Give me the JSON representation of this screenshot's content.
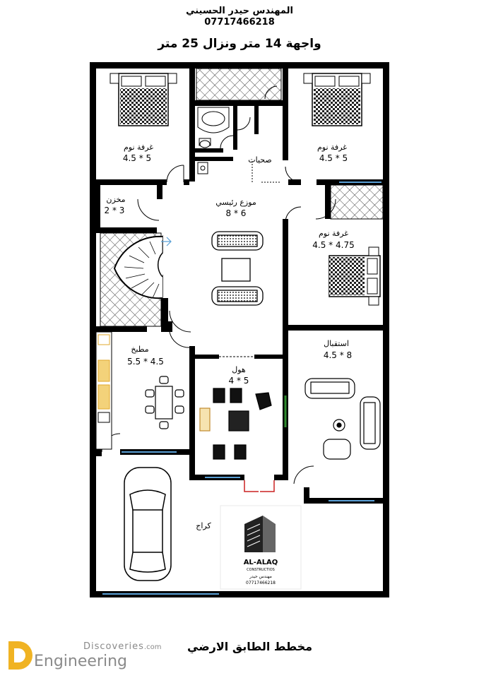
{
  "header": {
    "engineer_name": "المهندس حيدر الحسيني",
    "phone": "07717466218",
    "title": "واجهة 14 متر ونزال 25 متر"
  },
  "rooms": {
    "bedroom_top_left": {
      "label": "غرفة نوم",
      "dims": "4.5 * 5"
    },
    "bedroom_top_right": {
      "label": "غرفة نوم",
      "dims": "4.5 * 5"
    },
    "bathrooms": {
      "label": "صحيات"
    },
    "storage": {
      "label": "مخزن",
      "dims": "2 * 3"
    },
    "main_distributor": {
      "label": "موزع رئيسي",
      "dims": "8 * 6"
    },
    "bedroom_right": {
      "label": "غرفة نوم",
      "dims": "4.5 * 4.75"
    },
    "kitchen": {
      "label": "مطبخ",
      "dims": "5.5 * 4.5"
    },
    "hall": {
      "label": "هول",
      "dims": "4 * 5"
    },
    "reception": {
      "label": "استقبال",
      "dims": "4.5 * 8"
    },
    "garage": {
      "label": "كراج"
    }
  },
  "logo": {
    "brand": "AL-ALAQ",
    "sub": "CONSTRUCTIOS",
    "engineer": "مهندس حيدر",
    "phone": "07717466218"
  },
  "footer": {
    "title": "مخطط الطابق الارضي",
    "site": "Discoveries",
    "site_suffix": ".com",
    "engineering": "Engineering"
  },
  "colors": {
    "wall": "#000000",
    "window": "#5aa0d6",
    "door_exterior": "#cc2222",
    "window_green": "#2e8b2e",
    "hatch": "#444444",
    "kitchen_counter": "#e0a82e",
    "brand_gray": "#8a8a8a",
    "brand_gold": "#f0b323"
  }
}
